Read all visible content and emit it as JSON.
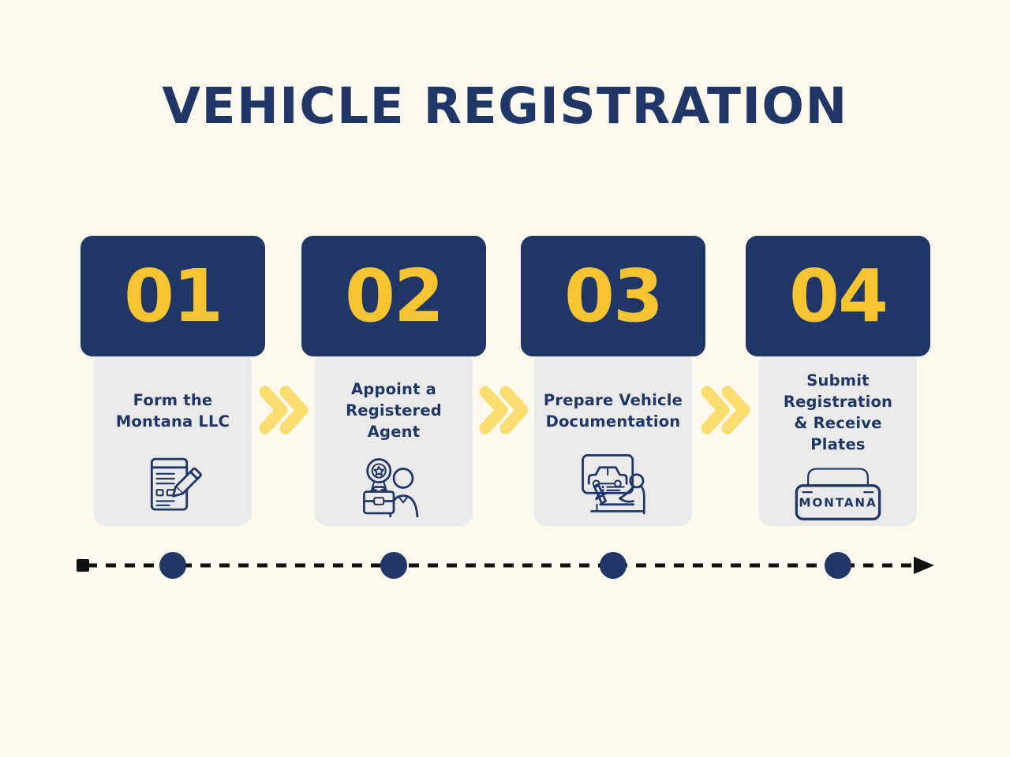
{
  "title": "VEHICLE REGISTRATION",
  "colors": {
    "background": "#FDF9EE",
    "navy": "#1F3666",
    "number_yellow": "#F6C331",
    "chevron_yellow": "#FBDC6E",
    "card_gray": "#EAEAEA",
    "timeline_black": "#111111"
  },
  "steps": [
    {
      "number": "01",
      "label_lines": [
        "Form the",
        "Montana LLC"
      ],
      "icon": "document-pencil-icon"
    },
    {
      "number": "02",
      "label_lines": [
        "Appoint a",
        "Registered",
        "Agent"
      ],
      "icon": "registered-agent-icon"
    },
    {
      "number": "03",
      "label_lines": [
        "Prepare Vehicle",
        "Documentation"
      ],
      "icon": "vehicle-documentation-icon"
    },
    {
      "number": "04",
      "label_lines": [
        "Submit",
        "Registration",
        "& Receive",
        "Plates"
      ],
      "icon": "montana-license-plate-icon",
      "plate_text": "MONTANA"
    }
  ],
  "timeline": {
    "dot_count": 4,
    "direction": "left-to-right"
  }
}
